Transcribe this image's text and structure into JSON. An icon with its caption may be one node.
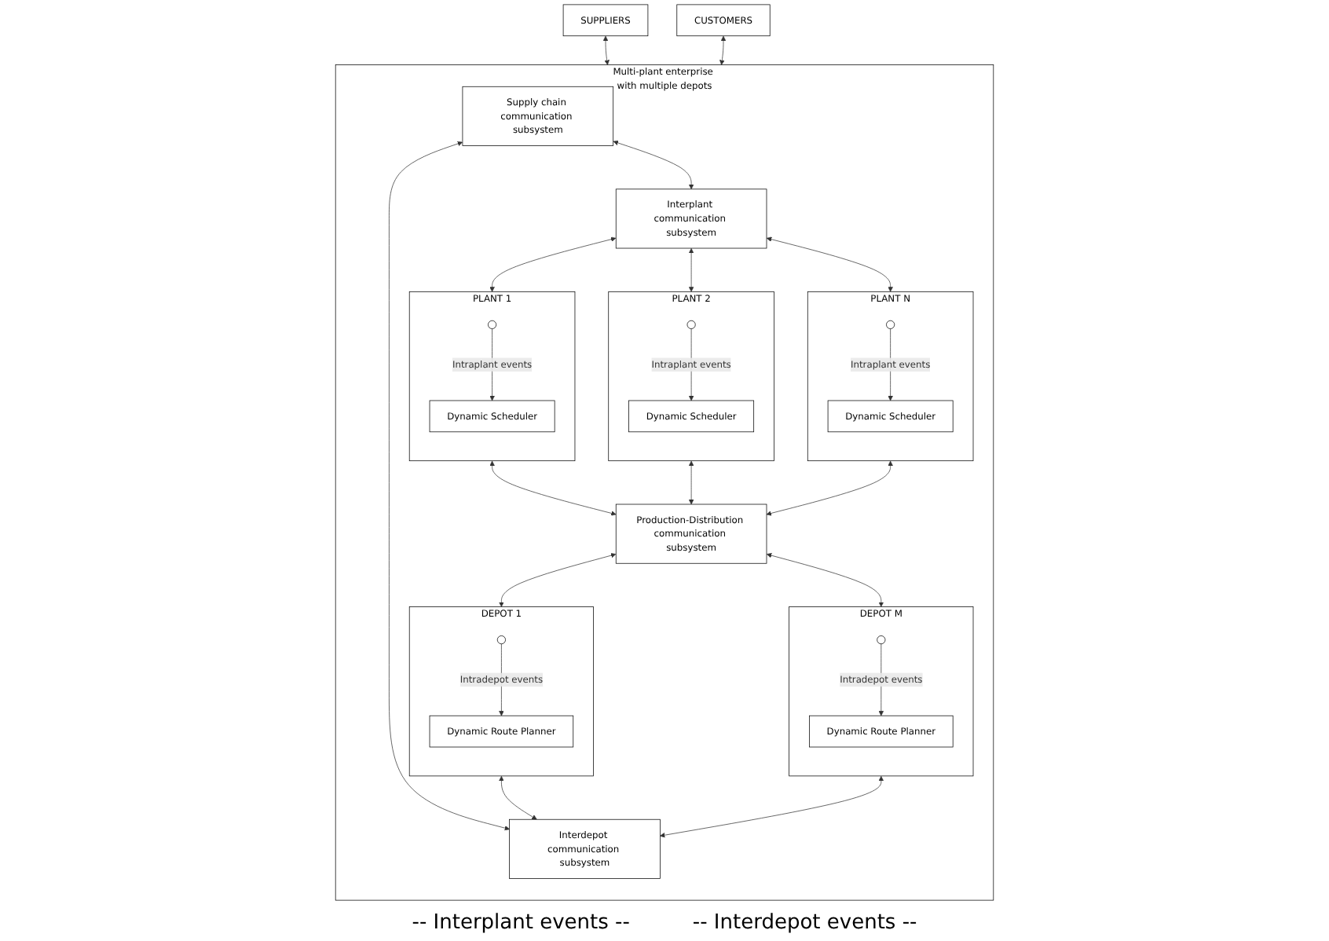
{
  "diagram": {
    "nodes": [
      {
        "text": [
          "Multi-plant enterprise with multiple depots"
        ]
      },
      {
        "text": [
          "SUPPLIERS"
        ]
      },
      {
        "text": [
          "CUSTOMERS"
        ]
      },
      {
        "text": [
          "Supply chain communication subsystem"
        ],
        "in": 0
      },
      {
        "text": [
          "Interplant communication subsystem"
        ],
        "in": 0
      },
      {
        "text": [
          "PLANT 1"
        ],
        "in": 0
      },
      {
        "text": [
          "Dynamic Scheduler"
        ],
        "in": 5
      },
      {
        "text": [
          "PLANT 2"
        ],
        "in": 0
      },
      {
        "text": [
          "Dynamic Scheduler"
        ],
        "in": 7
      },
      {
        "text": [
          "PLANT N"
        ],
        "in": 0
      },
      {
        "text": [
          "Dynamic Scheduler"
        ],
        "in": 9
      },
      {
        "text": [
          "Production-Distribution communication subsystem"
        ],
        "in": 0
      },
      {
        "text": [
          "DEPOT 1"
        ],
        "in": 0
      },
      {
        "text": [
          "Dynamic Route Planner"
        ],
        "in": 12
      },
      {
        "text": [
          "DEPOT M"
        ],
        "in": 0
      },
      {
        "text": [
          "Dynamic Route Planner"
        ],
        "in": 14
      },
      {
        "text": [
          "Interdepot communication subsystem"
        ],
        "in": 0
      }
    ],
    "edges": [
      {
        "from": 1,
        "to": 0,
        "arrow": "both"
      },
      {
        "from": 2,
        "to": 0,
        "arrow": "both"
      },
      {
        "from": 3,
        "to": 4,
        "arrow": "both"
      },
      {
        "from": 4,
        "to": 5,
        "arrow": "both"
      },
      {
        "from": 4,
        "to": 7,
        "arrow": "both"
      },
      {
        "from": 4,
        "to": 9,
        "arrow": "both"
      },
      {
        "from": null,
        "to": 6,
        "arrow": "to",
        "label": "Intraplant events"
      },
      {
        "from": null,
        "to": 8,
        "arrow": "to",
        "label": "Intraplant events"
      },
      {
        "from": null,
        "to": 10,
        "arrow": "to",
        "label": "Intraplant events"
      },
      {
        "from": 5,
        "to": 11,
        "arrow": "both"
      },
      {
        "from": 7,
        "to": 11,
        "arrow": "both"
      },
      {
        "from": 9,
        "to": 11,
        "arrow": "both"
      },
      {
        "from": 11,
        "to": 12,
        "arrow": "both"
      },
      {
        "from": 11,
        "to": 14,
        "arrow": "both"
      },
      {
        "from": null,
        "to": 13,
        "arrow": "to",
        "label": "Intradepot events"
      },
      {
        "from": null,
        "to": 15,
        "arrow": "to",
        "label": "Intradepot events"
      },
      {
        "from": 12,
        "to": 16,
        "arrow": "both"
      },
      {
        "from": 14,
        "to": 16,
        "arrow": "both"
      },
      {
        "from": 3,
        "to": 16,
        "arrow": "both"
      }
    ],
    "labels": [
      "-- Interplant events --",
      "-- Interdepot events --"
    ]
  }
}
